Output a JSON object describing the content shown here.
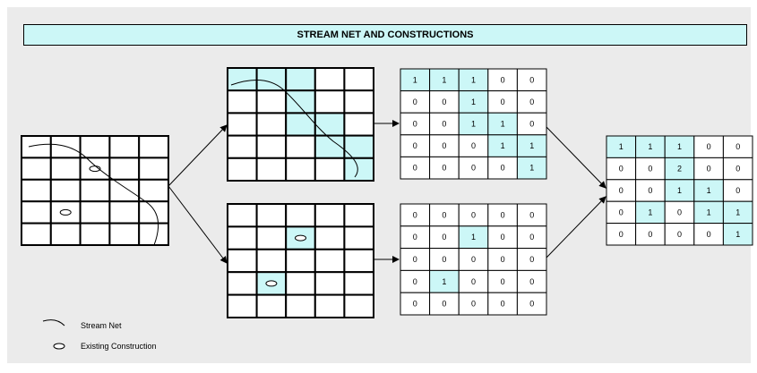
{
  "title": "STREAM NET AND CONSTRUCTIONS",
  "colors": {
    "panel": "#ebebeb",
    "highlight": "#ccf7f7",
    "title_bg": "#ccf7f7",
    "white": "#ffffff",
    "line": "#000000"
  },
  "input_grid": {
    "rows": 5,
    "cols": 5,
    "constructions": [
      [
        1,
        2
      ],
      [
        3,
        1
      ]
    ],
    "has_stream": true
  },
  "stream_grid": {
    "rows": 5,
    "cols": 5,
    "highlight": [
      [
        0,
        0
      ],
      [
        0,
        1
      ],
      [
        0,
        2
      ],
      [
        1,
        2
      ],
      [
        2,
        2
      ],
      [
        2,
        3
      ],
      [
        3,
        3
      ],
      [
        3,
        4
      ],
      [
        4,
        4
      ]
    ],
    "has_stream": true
  },
  "construction_grid": {
    "rows": 5,
    "cols": 5,
    "highlight": [
      [
        1,
        2
      ],
      [
        3,
        1
      ]
    ],
    "constructions": [
      [
        1,
        2
      ],
      [
        3,
        1
      ]
    ]
  },
  "stream_matrix": [
    [
      "1",
      "1",
      "1",
      "0",
      "0"
    ],
    [
      "0",
      "0",
      "1",
      "0",
      "0"
    ],
    [
      "0",
      "0",
      "1",
      "1",
      "0"
    ],
    [
      "0",
      "0",
      "0",
      "1",
      "1"
    ],
    [
      "0",
      "0",
      "0",
      "0",
      "1"
    ]
  ],
  "construction_matrix": [
    [
      "0",
      "0",
      "0",
      "0",
      "0"
    ],
    [
      "0",
      "0",
      "1",
      "0",
      "0"
    ],
    [
      "0",
      "0",
      "0",
      "0",
      "0"
    ],
    [
      "0",
      "1",
      "0",
      "0",
      "0"
    ],
    [
      "0",
      "0",
      "0",
      "0",
      "0"
    ]
  ],
  "result_matrix": [
    [
      "1",
      "1",
      "1",
      "0",
      "0"
    ],
    [
      "0",
      "0",
      "2",
      "0",
      "0"
    ],
    [
      "0",
      "0",
      "1",
      "1",
      "0"
    ],
    [
      "0",
      "1",
      "0",
      "1",
      "1"
    ],
    [
      "0",
      "0",
      "0",
      "0",
      "1"
    ]
  ],
  "legend": {
    "stream_label": "Stream Net",
    "construction_label": "Existing Construction"
  }
}
